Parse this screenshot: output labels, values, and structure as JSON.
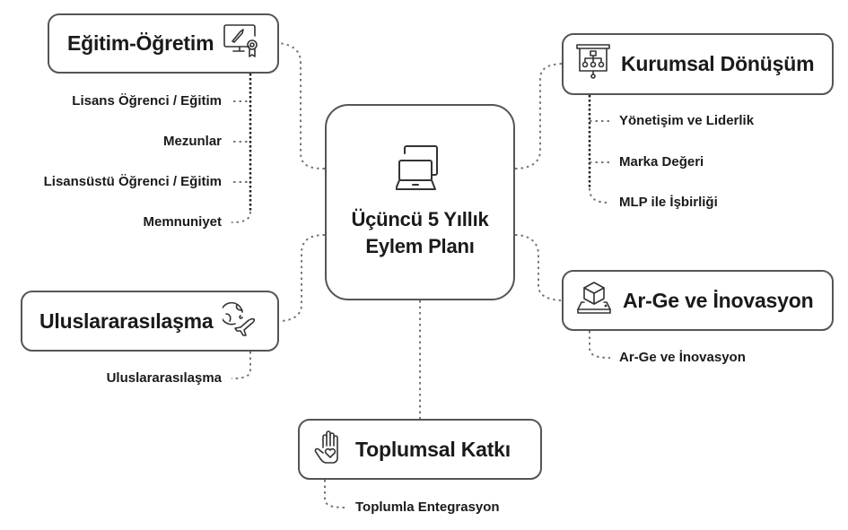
{
  "center": {
    "title": "Üçüncü 5 Yıllık Eylem Planı",
    "icon": "laptop-windows-icon"
  },
  "nodes": [
    {
      "id": "egitim",
      "title": "Eğitim-Öğretim",
      "icon": "monitor-certificate-icon",
      "children": [
        "Lisans Öğrenci / Eğitim",
        "Mezunlar",
        "Lisansüstü Öğrenci / Eğitim",
        "Memnuniyet"
      ]
    },
    {
      "id": "kurumsal",
      "title": "Kurumsal Dönüşüm",
      "icon": "presentation-org-chart-icon",
      "children": [
        "Yönetişim ve Liderlik",
        "Marka Değeri",
        "MLP ile İşbirliği"
      ]
    },
    {
      "id": "uluslararasi",
      "title": "Uluslararasılaşma",
      "icon": "globe-airplane-icon",
      "children": [
        "Uluslararasılaşma"
      ]
    },
    {
      "id": "arge",
      "title": "Ar-Ge ve İnovasyon",
      "icon": "cube-platform-icon",
      "children": [
        "Ar-Ge ve İnovasyon"
      ]
    },
    {
      "id": "toplumsal",
      "title": "Toplumsal Katkı",
      "icon": "hand-heart-icon",
      "children": [
        "Toplumla Entegrasyon"
      ]
    }
  ]
}
